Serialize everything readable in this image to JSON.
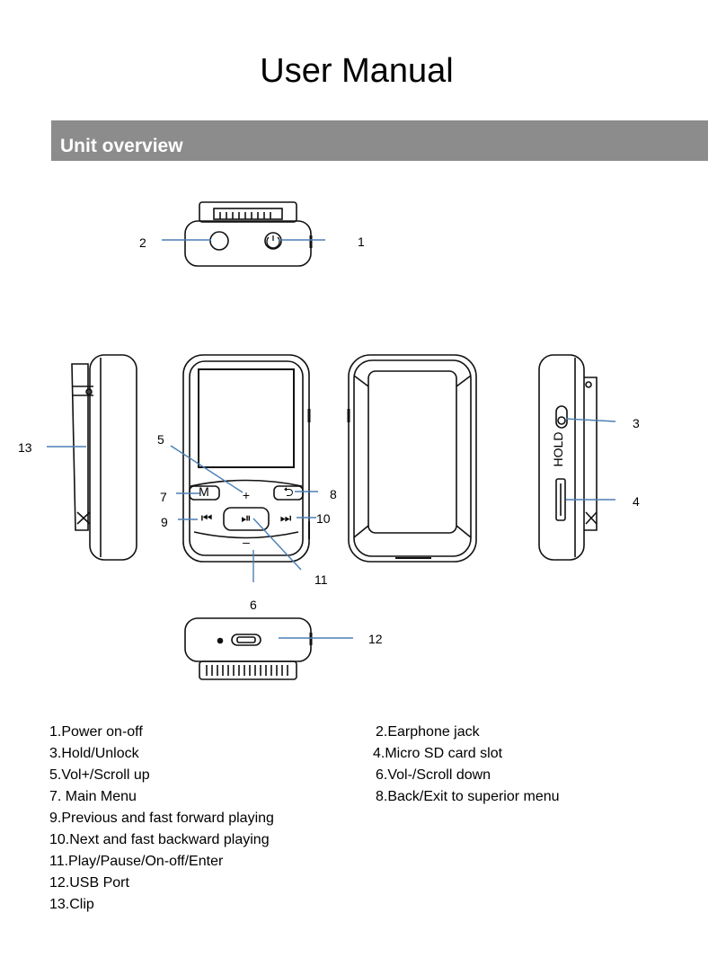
{
  "document": {
    "title": "User Manual",
    "section_heading": "Unit overview"
  },
  "diagram": {
    "callouts": [
      "1",
      "2",
      "3",
      "4",
      "5",
      "6",
      "7",
      "8",
      "9",
      "10",
      "11",
      "12",
      "13"
    ],
    "button_glyphs": {
      "menu": "M",
      "vol_plus": "+",
      "back": "⮌",
      "prev": "⏮",
      "play_pause": "⏯",
      "next": "⏭",
      "vol_minus": "–"
    },
    "hold_label": "HOLD"
  },
  "legend": {
    "items": [
      "1.Power on-off",
      "2.Earphone jack",
      "3.Hold/Unlock",
      "4.Micro SD card slot",
      "5.Vol+/Scroll up",
      "6.Vol-/Scroll down",
      "7. Main Menu",
      "8.Back/Exit to superior menu",
      "9.Previous and fast forward playing",
      "10.Next and fast backward playing",
      "11.Play/Pause/On-off/Enter",
      "12.USB Port",
      "13.Clip"
    ]
  }
}
